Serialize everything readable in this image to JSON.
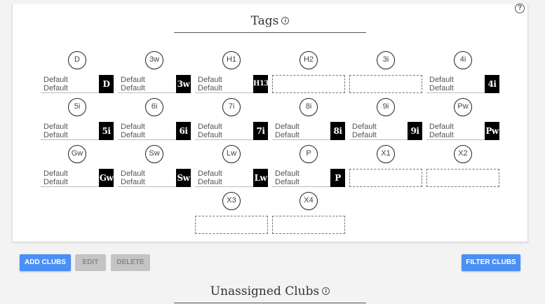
{
  "help_icon": "?",
  "tags": {
    "title": "Tags",
    "info_icon": "i",
    "clubs": [
      {
        "tag": "D",
        "line1": "Default",
        "line2": "Default",
        "badge": "D"
      },
      {
        "tag": "3w",
        "line1": "Default",
        "line2": "Default",
        "badge": "3w"
      },
      {
        "tag": "H1",
        "line1": "Default",
        "line2": "Default",
        "badge": "H13"
      },
      {
        "tag": "H2",
        "line1": "",
        "line2": "",
        "badge": ""
      },
      {
        "tag": "3i",
        "line1": "",
        "line2": "",
        "badge": ""
      },
      {
        "tag": "4i",
        "line1": "Default",
        "line2": "Default",
        "badge": "4i"
      },
      {
        "tag": "5i",
        "line1": "Default",
        "line2": "Default",
        "badge": "5i"
      },
      {
        "tag": "6i",
        "line1": "Default",
        "line2": "Default",
        "badge": "6i"
      },
      {
        "tag": "7i",
        "line1": "Default",
        "line2": "Default",
        "badge": "7i"
      },
      {
        "tag": "8i",
        "line1": "Default",
        "line2": "Default",
        "badge": "8i"
      },
      {
        "tag": "9i",
        "line1": "Default",
        "line2": "Default",
        "badge": "9i"
      },
      {
        "tag": "Pw",
        "line1": "Default",
        "line2": "Default",
        "badge": "Pw"
      },
      {
        "tag": "Gw",
        "line1": "Default",
        "line2": "Default",
        "badge": "Gw"
      },
      {
        "tag": "Sw",
        "line1": "Default",
        "line2": "Default",
        "badge": "Sw"
      },
      {
        "tag": "Lw",
        "line1": "Default",
        "line2": "Default",
        "badge": "Lw"
      },
      {
        "tag": "P",
        "line1": "Default",
        "line2": "Default",
        "badge": "P"
      },
      {
        "tag": "X1",
        "line1": "",
        "line2": "",
        "badge": ""
      },
      {
        "tag": "X2",
        "line1": "",
        "line2": "",
        "badge": ""
      },
      {
        "tag": "X3",
        "line1": "",
        "line2": "",
        "badge": ""
      },
      {
        "tag": "X4",
        "line1": "",
        "line2": "",
        "badge": ""
      }
    ]
  },
  "actions": {
    "add_clubs": "ADD CLUBS",
    "edit": "EDIT",
    "delete": "DELETE",
    "filter_clubs": "FILTER CLUBS"
  },
  "unassigned": {
    "title": "Unassigned Clubs",
    "info_icon": "i"
  },
  "colors": {
    "primary": "#4a8ff5",
    "disabled": "#c4c4c4",
    "badge": "#000000"
  }
}
